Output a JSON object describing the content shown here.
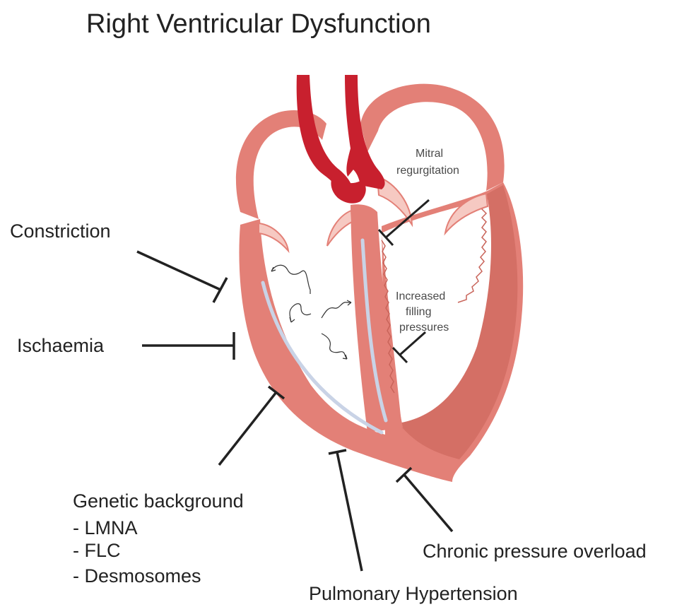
{
  "title": "Right Ventricular Dysfunction",
  "labels": {
    "constriction": "Constriction",
    "ischaemia": "Ischaemia",
    "genetic": [
      "Genetic background",
      "- LMNA",
      "- FLC",
      "- Desmosomes"
    ],
    "pulmonary_hypertension": "Pulmonary Hypertension",
    "chronic_pressure_overload": "Chronic pressure overload"
  },
  "inner_labels": {
    "mitral_regurgitation": [
      "Mitral",
      "regurgitation"
    ],
    "increased_filling_pressures": [
      "Increased",
      "filling",
      "pressures"
    ]
  },
  "colors": {
    "myocardium": "#e38077",
    "myocardium_dark": "#d16c62",
    "vessel": "#c8202e",
    "valve": "#f6c9c2",
    "conduction": "#c9d3e6"
  }
}
